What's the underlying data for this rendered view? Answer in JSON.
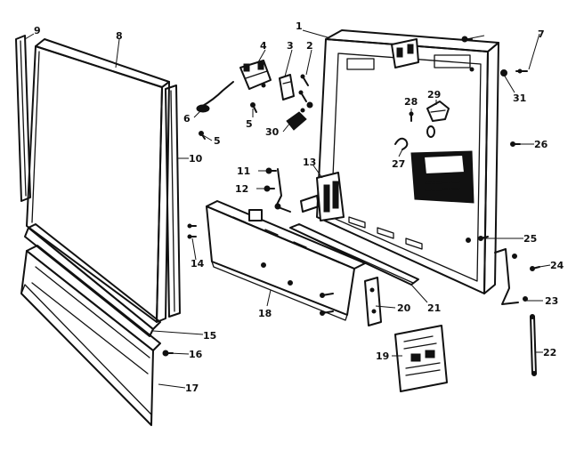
{
  "callouts": [
    {
      "id": "c1",
      "text": "1"
    },
    {
      "id": "c2",
      "text": "2"
    },
    {
      "id": "c3",
      "text": "3"
    },
    {
      "id": "c4",
      "text": "4"
    },
    {
      "id": "c5a",
      "text": "5"
    },
    {
      "id": "c5b",
      "text": "5"
    },
    {
      "id": "c6",
      "text": "6"
    },
    {
      "id": "c7",
      "text": "7"
    },
    {
      "id": "c8",
      "text": "8"
    },
    {
      "id": "c9",
      "text": "9"
    },
    {
      "id": "c10",
      "text": "10"
    },
    {
      "id": "c11",
      "text": "11"
    },
    {
      "id": "c12",
      "text": "12"
    },
    {
      "id": "c13",
      "text": "13"
    },
    {
      "id": "c14",
      "text": "14"
    },
    {
      "id": "c15",
      "text": "15"
    },
    {
      "id": "c16",
      "text": "16"
    },
    {
      "id": "c17",
      "text": "17"
    },
    {
      "id": "c18",
      "text": "18"
    },
    {
      "id": "c19",
      "text": "19"
    },
    {
      "id": "c20",
      "text": "20"
    },
    {
      "id": "c21",
      "text": "21"
    },
    {
      "id": "c22",
      "text": "22"
    },
    {
      "id": "c23",
      "text": "23"
    },
    {
      "id": "c24",
      "text": "24"
    },
    {
      "id": "c25",
      "text": "25"
    },
    {
      "id": "c26",
      "text": "26"
    },
    {
      "id": "c27",
      "text": "27"
    },
    {
      "id": "c28",
      "text": "28"
    },
    {
      "id": "c29",
      "text": "29"
    },
    {
      "id": "c30",
      "text": "30"
    },
    {
      "id": "c31",
      "text": "31"
    }
  ]
}
